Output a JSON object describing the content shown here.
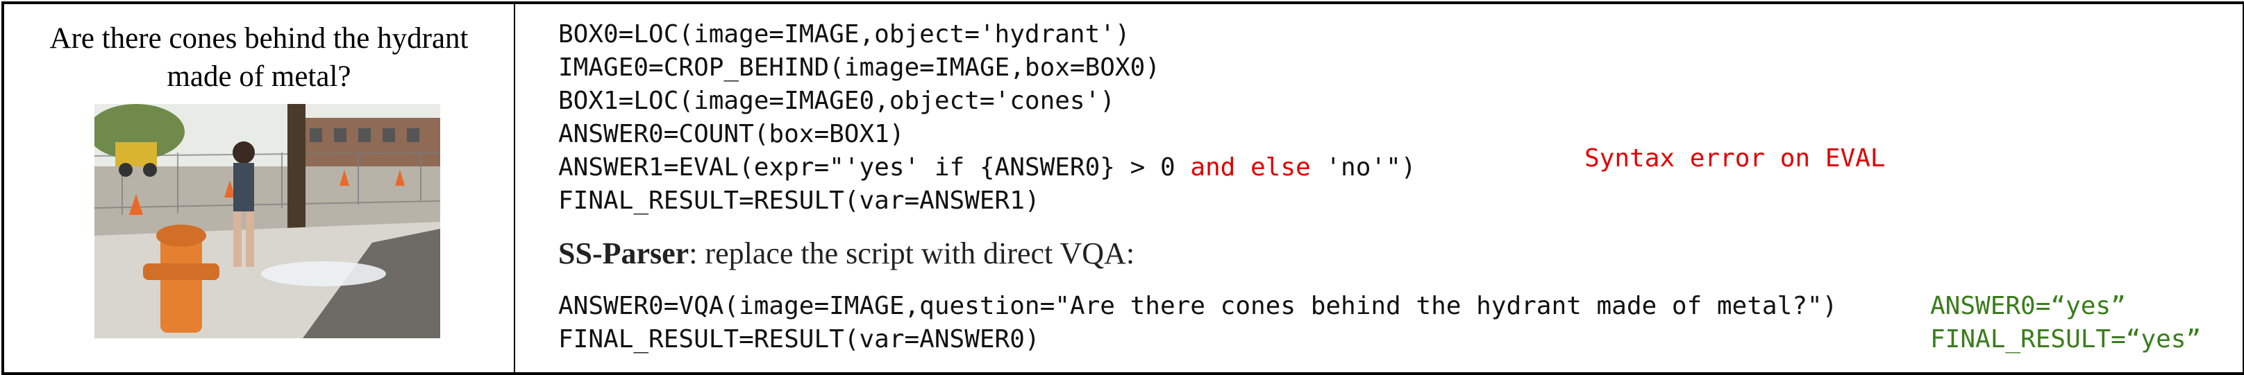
{
  "question": "Are there cones behind the hydrant made of metal?",
  "script_lines": [
    "BOX0=LOC(image=IMAGE,object='hydrant')",
    "IMAGE0=CROP_BEHIND(image=IMAGE,box=BOX0)",
    "BOX1=LOC(image=IMAGE0,object='cones')",
    "ANSWER0=COUNT(box=BOX1)",
    "ANSWER1=EVAL(expr=\"'yes' if {ANSWER0} > 0 ",
    "and else",
    " 'no'\")",
    "FINAL_RESULT=RESULT(var=ANSWER1)"
  ],
  "error_note": "Syntax error on EVAL",
  "parser_heading": {
    "name": "SS-Parser",
    "text": ": replace the script with direct VQA:"
  },
  "replacement_lines": [
    "ANSWER0=VQA(image=IMAGE,question=\"Are there cones behind the hydrant made of metal?\")",
    "FINAL_RESULT=RESULT(var=ANSWER0)"
  ],
  "results": [
    "ANSWER0=“yes”",
    "FINAL_RESULT=“yes”"
  ],
  "colors": {
    "error": "#e00000",
    "result": "#3a7d1c"
  }
}
